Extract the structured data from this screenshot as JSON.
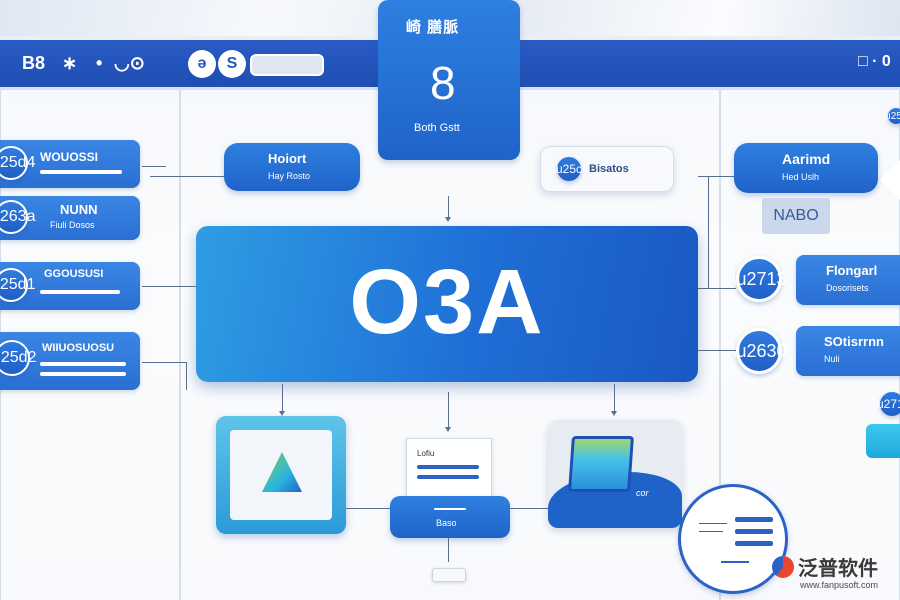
{
  "topbar": {
    "left_text_1": "B8",
    "left_text_2": "∗",
    "left_text_3": "•",
    "left_text_4": "◡⊙",
    "pill_label": "ə",
    "right_text": "□ · 0"
  },
  "top_card": {
    "header": "崎 膳脈",
    "number": "8",
    "caption": "Both Gstt"
  },
  "left_list": [
    {
      "title": "WOUOSSI",
      "sub": ""
    },
    {
      "title": "NUNN",
      "sub": "Fiuli Dosos"
    },
    {
      "title": "GGOUSUSI",
      "sub": ""
    },
    {
      "title": "WIIUOSUOSU",
      "sub": ""
    }
  ],
  "left_mid_card": {
    "title": "Hoiort",
    "sub": "Hay Rosto"
  },
  "search_chip": {
    "label": "Bisatos"
  },
  "right_top_card": {
    "title": "Aarimd",
    "sub": "Hed Uslh"
  },
  "right_tag": {
    "label": "NABO"
  },
  "right_list": [
    {
      "title": "Flongarl",
      "sub": "Dosorisets"
    },
    {
      "title": "SOtisrrnn",
      "sub": "Nuli"
    }
  ],
  "hero": {
    "title": "O3A"
  },
  "bottom_mid": {
    "doc_label": "Lofiu",
    "button_label": "Baso"
  },
  "bottom_right_card": {
    "caption": "cor"
  },
  "watermark": {
    "brand": "泛普软件",
    "url": "www.fanpusoft.com"
  },
  "colors": {
    "primary": "#1f63c9",
    "accent": "#2dc0e8",
    "green": "#6cc24a"
  }
}
